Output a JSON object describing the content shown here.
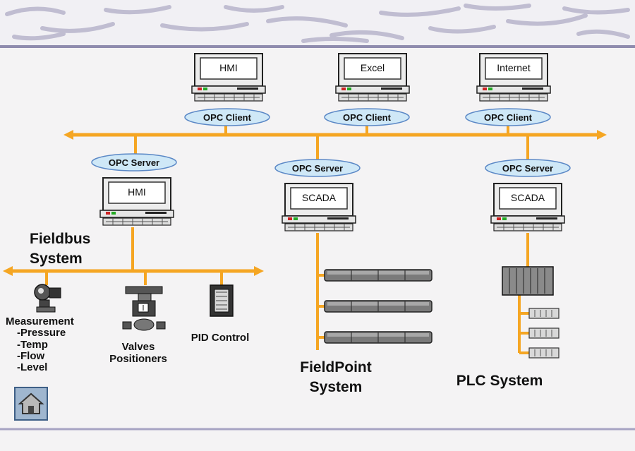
{
  "clients": [
    {
      "screen": "HMI",
      "badge": "OPC Client"
    },
    {
      "screen": "Excel",
      "badge": "OPC Client"
    },
    {
      "screen": "Internet",
      "badge": "OPC Client"
    }
  ],
  "servers": [
    {
      "screen": "HMI",
      "badge": "OPC Server"
    },
    {
      "screen": "SCADA",
      "badge": "OPC Server"
    },
    {
      "screen": "SCADA",
      "badge": "OPC Server"
    }
  ],
  "fieldbus": {
    "title_line1": "Fieldbus",
    "title_line2": "System",
    "measurement": [
      "Measurement",
      "-Pressure",
      "-Temp",
      "-Flow",
      "-Level"
    ],
    "valves": [
      "Valves",
      "Positioners"
    ],
    "pid": "PID Control"
  },
  "fieldpoint": {
    "line1": "FieldPoint",
    "line2": "System"
  },
  "plc": "PLC System",
  "colors": {
    "bus": "#f5a623",
    "badge_fill": "#cfe8f7",
    "badge_stroke": "#5b88c6",
    "home_fill": "#9fb6cf"
  },
  "icons": {
    "home": "home-icon"
  }
}
